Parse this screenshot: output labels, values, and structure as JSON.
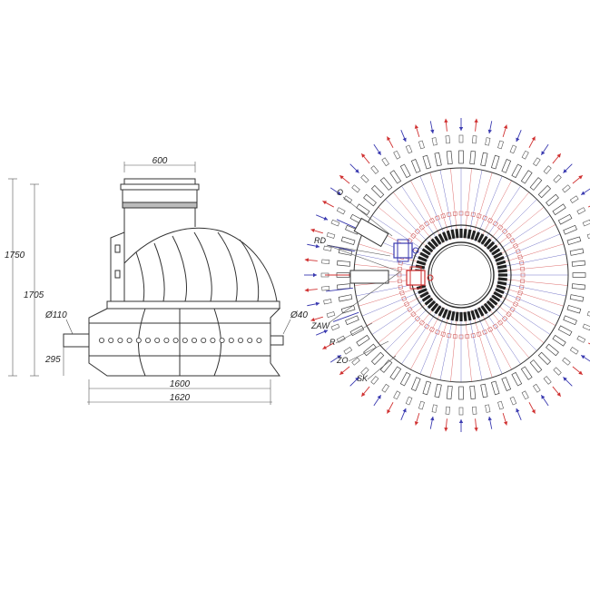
{
  "side_view": {
    "dim_opening": "600",
    "dim_total_height": "1750",
    "dim_body_height": "1705",
    "dim_inlet_height": "295",
    "dim_inner_width": "1600",
    "dim_outer_width": "1620",
    "dim_inlet_pipe": "Ø110",
    "dim_outlet_pipe": "Ø40"
  },
  "top_view": {
    "label_o": "O",
    "label_rd": "RD",
    "label_zaw": "ZAW",
    "label_r": "R",
    "label_zo": "ZO",
    "label_sk": "SK"
  },
  "colors": {
    "line": "#333333",
    "inflow_arrow": "#3a3ab0",
    "outflow_arrow": "#d03030"
  }
}
